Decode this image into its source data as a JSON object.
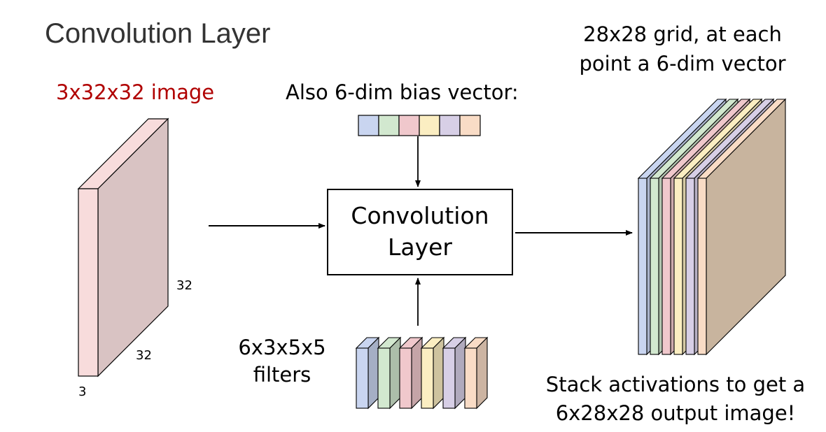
{
  "title": "Convolution Layer",
  "input": {
    "label": "3x32x32 image",
    "dims": {
      "height": "32",
      "width": "32",
      "channels": "3"
    }
  },
  "bias": {
    "label": "Also 6-dim bias vector:"
  },
  "layer_box": {
    "line1": "Convolution",
    "line2": "Layer"
  },
  "filters": {
    "line1": "6x3x5x5",
    "line2": "filters"
  },
  "output": {
    "top_line1": "28x28 grid, at each",
    "top_line2": "point a 6-dim vector",
    "bottom_line1": "Stack activations to get a",
    "bottom_line2": "6x28x28 output image!"
  },
  "colors": {
    "input_text": "#b00000",
    "input_front": "#f8dcdc",
    "input_side": "#d9c3c3",
    "palette": [
      "#c9d5f0",
      "#d2e8cf",
      "#f0c8cc",
      "#fbeec2",
      "#d7cfe6",
      "#f9dcc6"
    ],
    "output_back": "#c8b49e"
  }
}
